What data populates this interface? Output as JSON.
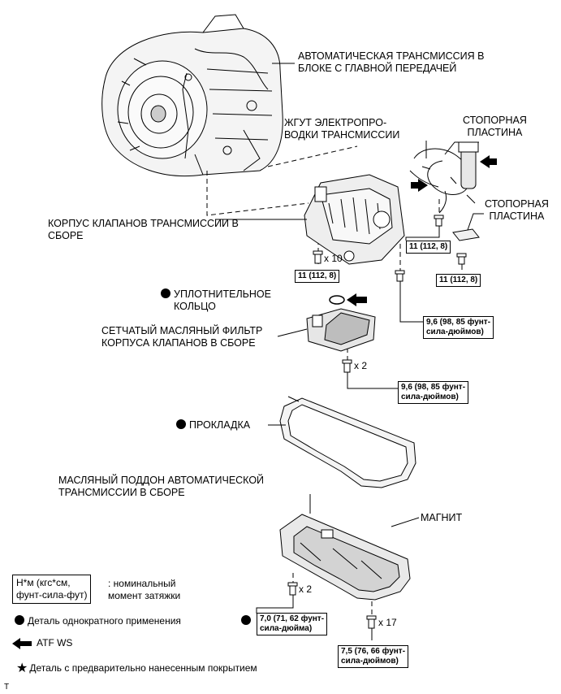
{
  "labels": {
    "transmission": [
      "АВТОМАТИЧЕСКАЯ ТРАНСМИССИЯ В",
      "БЛОКЕ С ГЛАВНОЙ ПЕРЕДАЧЕЙ"
    ],
    "wire_harness": [
      "ЖГУТ ЭЛЕКТРОПРО-",
      "ВОДКИ ТРАНСМИССИИ"
    ],
    "lock_plate_1": [
      "СТОПОРНАЯ",
      "ПЛАСТИНА"
    ],
    "lock_plate_2": [
      "СТОПОРНАЯ",
      "ПЛАСТИНА"
    ],
    "valve_body": [
      "КОРПУС КЛАПАНОВ ТРАНСМИССИИ В",
      "СБОРЕ"
    ],
    "o_ring": [
      "УПЛОТНИТЕЛЬНОЕ",
      "КОЛЬЦО"
    ],
    "strainer": [
      "СЕТЧАТЫЙ МАСЛЯНЫЙ ФИЛЬТР",
      "КОРПУСА КЛАПАНОВ В СБОРЕ"
    ],
    "gasket": "ПРОКЛАДКА",
    "oil_pan": [
      "МАСЛЯНЫЙ ПОДДОН АВТОМАТИЧЕСКОЙ",
      "ТРАНСМИССИИ В СБОРЕ"
    ],
    "magnet": "МАГНИТ"
  },
  "torques": {
    "t_harness": "11 (112, 8)",
    "t_valve_body": "11 (112, 8)",
    "t_lock_plate": "11 (112, 8)",
    "t_valve_96": [
      "9,6 (98, 85 фунт-",
      "сила-дюймов)"
    ],
    "t_strainer_96": [
      "9,6 (98, 85 фунт-",
      "сила-дюймов)"
    ],
    "t_pan_70": [
      "7,0 (71, 62 фунт-",
      "сила-дюйма)"
    ],
    "t_pan_75": [
      "7,5 (76, 66 фунт-",
      "сила-дюймов)"
    ]
  },
  "quantities": {
    "valve_body_bolts": "x 10",
    "strainer_bolts": "x 2",
    "pan_bolts_a": "x 2",
    "pan_bolts_b": "x 17"
  },
  "legend": {
    "torque_box": [
      "Н*м (кгс*см,",
      "фунт-сила-фут)"
    ],
    "torque_desc": [
      ": номинальный",
      "момент затяжки"
    ],
    "one_time": "Деталь однократного применения",
    "atf": "ATF WS",
    "precoated": "Деталь с предварительно нанесенным покрытием"
  },
  "footer": "T"
}
